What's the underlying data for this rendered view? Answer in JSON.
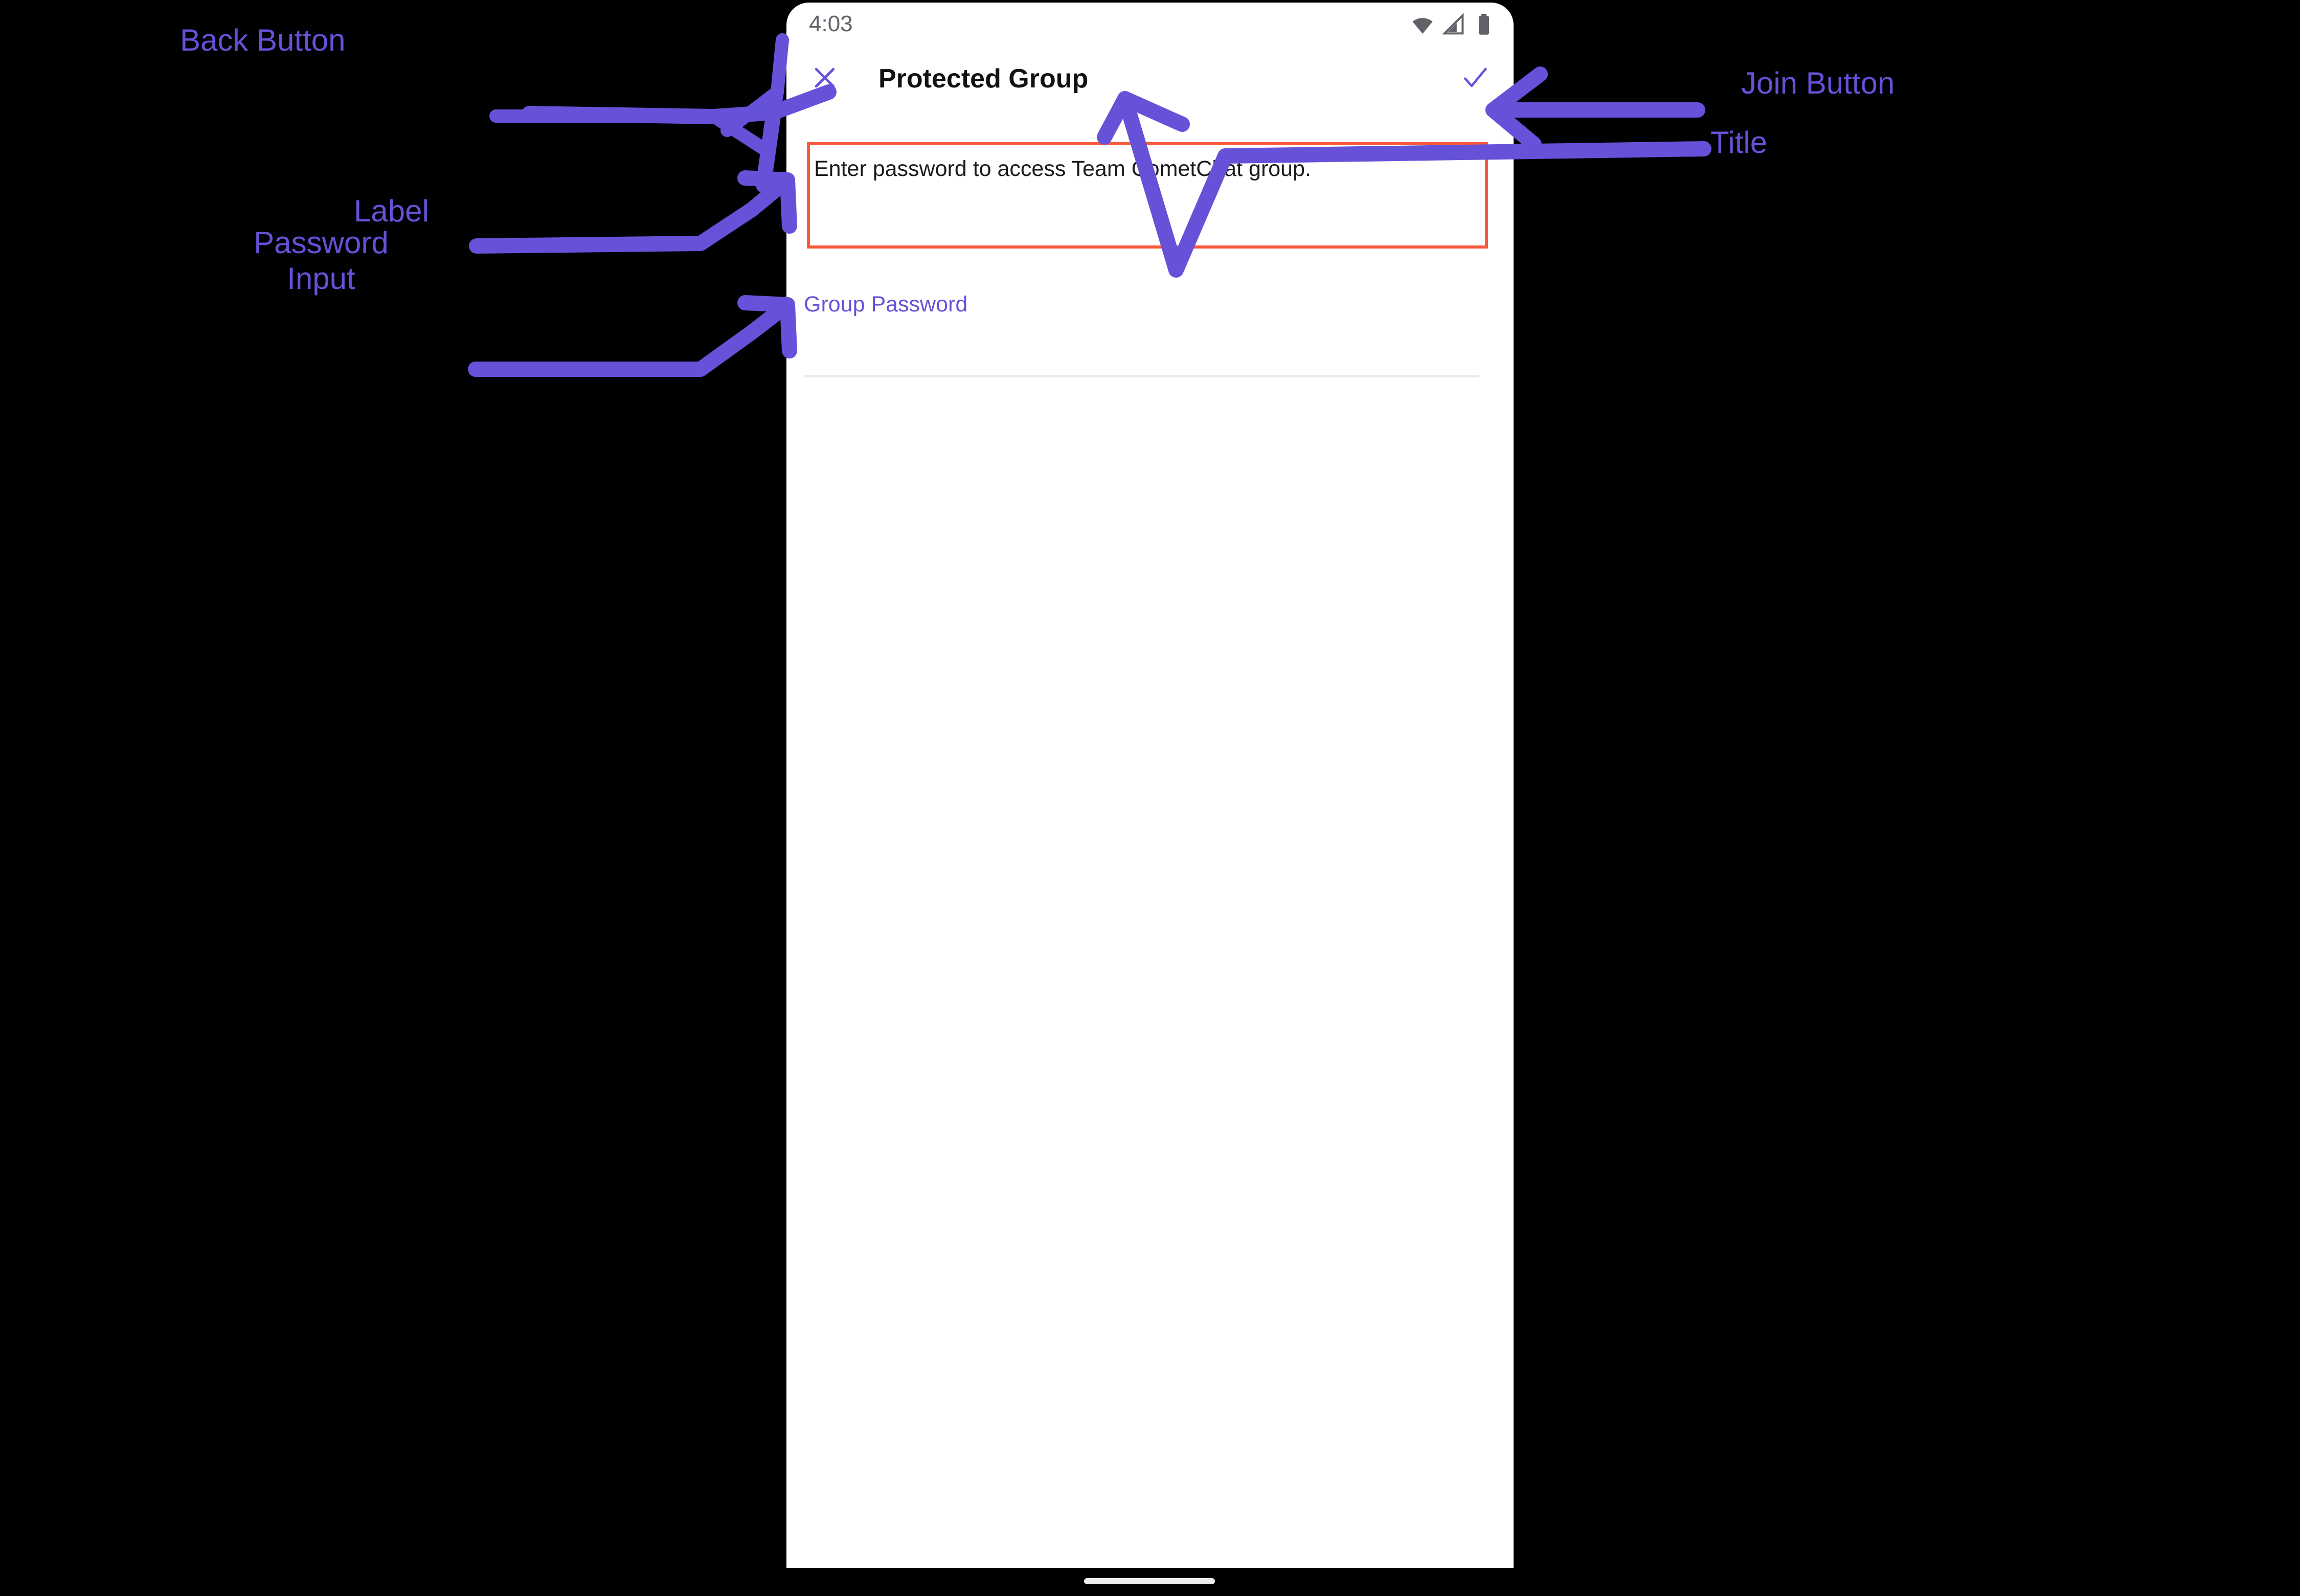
{
  "status_bar": {
    "time": "4:03",
    "icons": [
      "wifi-icon",
      "cellular-signal-icon",
      "battery-icon"
    ]
  },
  "app_bar": {
    "close_icon": "close-icon",
    "title": "Protected Group",
    "join_icon": "check-icon"
  },
  "content": {
    "description": "Enter password to access Team CometChat group.",
    "password_label": "Group Password",
    "password_value": "",
    "password_placeholder": ""
  },
  "system": {
    "gesture_bar": "gesture-bar"
  },
  "annotations": {
    "back_button": "Back Button",
    "label": "Label",
    "password_input": "Password\nInput",
    "join_button": "Join Button",
    "title": "Title",
    "accent_color": "#6552D8",
    "highlight_color": "#FA5A3C"
  }
}
